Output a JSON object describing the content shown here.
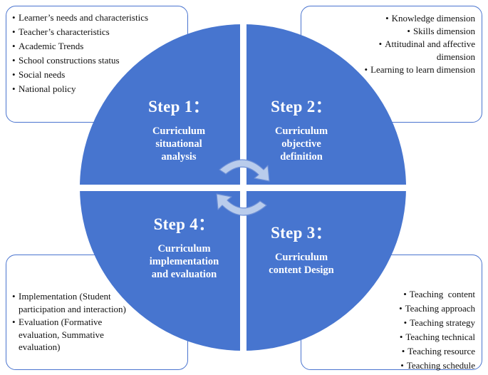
{
  "colors": {
    "quadrant": "#4775cf",
    "box_border": "#4a74cf",
    "arrow_fill": "#b9ccec"
  },
  "steps": [
    {
      "title": "Step 1：",
      "lines": [
        "Curriculum",
        "situational",
        "analysis"
      ]
    },
    {
      "title": "Step 2：",
      "lines": [
        "Curriculum",
        "objective",
        "definition"
      ]
    },
    {
      "title": "Step 3：",
      "lines": [
        "Curriculum",
        "content Design"
      ]
    },
    {
      "title": "Step 4：",
      "lines": [
        "Curriculum",
        "implementation",
        "and evaluation"
      ]
    }
  ],
  "boxes": {
    "top_left": [
      "Learner’s needs and characteristics",
      "Teacher’s characteristics",
      "Academic Trends",
      "School constructions status",
      "Social needs",
      "National policy"
    ],
    "top_right": [
      "Knowledge dimension",
      "Skills dimension",
      "Attitudinal and affective dimension",
      "Learning to learn dimension"
    ],
    "bottom_left": [
      "Implementation (Student participation and interaction)",
      "Evaluation (Formative evaluation, Summative evaluation)"
    ],
    "bottom_right": [
      "Teaching  content",
      "Teaching approach",
      "Teaching strategy",
      "Teaching technical",
      "Teaching resource",
      "Teaching schedule"
    ]
  },
  "icons": [
    "cycle-arrow-icon"
  ]
}
